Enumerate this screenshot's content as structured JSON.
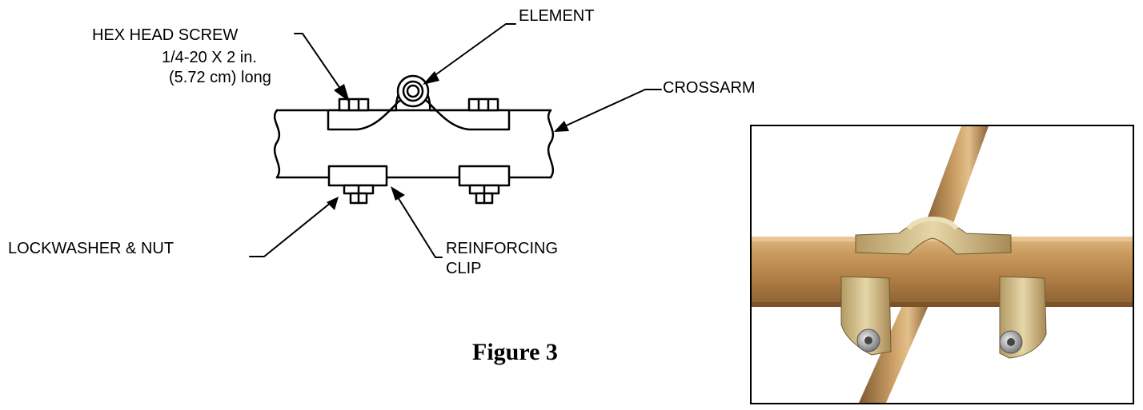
{
  "labels": {
    "hex_head_screw": "HEX HEAD SCREW",
    "screw_size": "1/4-20 X 2  in.",
    "screw_length": "(5.72 cm) long",
    "element": "ELEMENT",
    "crossarm": "CROSSARM",
    "lockwasher_nut": "LOCKWASHER & NUT",
    "reinforcing": "REINFORCING",
    "clip": "CLIP"
  },
  "figure_title": "Figure 3",
  "colors": {
    "line": "#000000",
    "crossarm_bronze": "#b8864a",
    "element_tube": "#a87b45",
    "clip_metal": "#cdbb88",
    "bolt_steel": "#9a9a9a"
  }
}
